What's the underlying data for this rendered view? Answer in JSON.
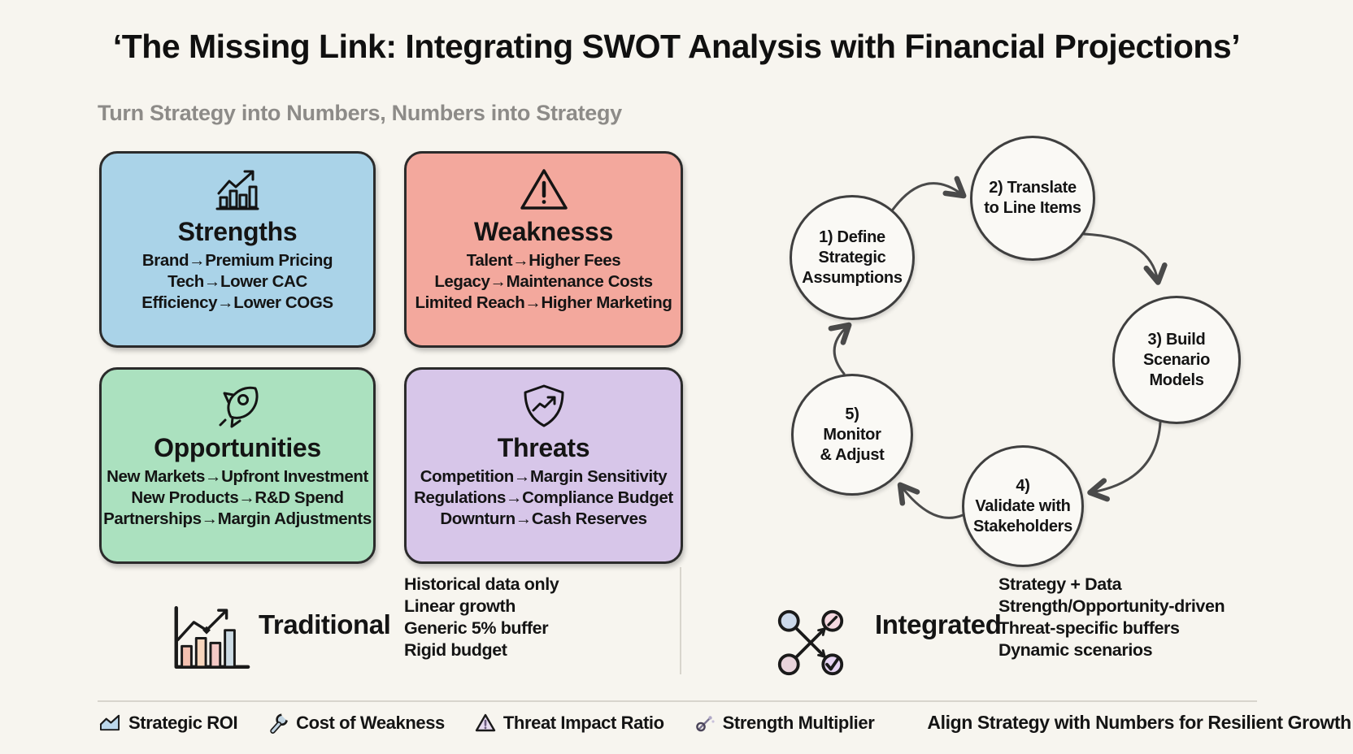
{
  "title": "‘The Missing Link: Integrating SWOT Analysis with Financial Projections’",
  "subtitle": "Turn Strategy into Numbers, Numbers into Strategy",
  "colors": {
    "background": "#f7f5ef",
    "strengths": "#aad3e8",
    "weaknesses": "#f3a89d",
    "opportunities": "#abe1bf",
    "threats": "#d7c6e9",
    "outline": "#2b2b2b"
  },
  "swot": {
    "strengths": {
      "icon": "bar-chart-trend-icon",
      "title": "Strengths",
      "lines": [
        "Brand→Premium Pricing",
        "Tech→Lower CAC",
        "Efficiency→Lower COGS"
      ]
    },
    "weaknesses": {
      "icon": "warning-triangle-icon",
      "title": "Weaknesss",
      "lines": [
        "Talent→Higher Fees",
        "Legacy→Maintenance Costs",
        "Limited Reach→Higher Marketing"
      ]
    },
    "opportunities": {
      "icon": "rocket-icon",
      "title": "Opportunities",
      "lines": [
        "New Markets→Upfront Investment",
        "New Products→R&D Spend",
        "Partnerships→Margin Adjustments"
      ]
    },
    "threats": {
      "icon": "shield-trend-icon",
      "title": "Threats",
      "lines": [
        "Competition→Margin Sensitivity",
        "Regulations→Compliance Budget",
        "Downturn→Cash Reserves"
      ]
    }
  },
  "cycle": {
    "steps": [
      {
        "label": "1) Define\nStrategic\nAssumptions"
      },
      {
        "label": "2) Translate\nto Line Items"
      },
      {
        "label": "3) Build\nScenario\nModels"
      },
      {
        "label": "4)\nValidate with\nStakeholders"
      },
      {
        "label": "5)\nMonitor\n& Adjust"
      }
    ]
  },
  "comparison": {
    "traditional": {
      "icon": "bar-chart-colored-icon",
      "label": "Traditional",
      "points": [
        "Historical data only",
        "Linear growth",
        "Generic 5% buffer",
        "Rigid budget"
      ]
    },
    "integrated": {
      "icon": "network-check-icon",
      "label": "Integrated",
      "points": [
        "Strategy + Data",
        "Strength/Opportunity-driven",
        "Threat-specific buffers",
        "Dynamic scenarios"
      ]
    }
  },
  "legend": {
    "items": [
      {
        "icon": "area-chart-icon",
        "label": "Strategic ROI"
      },
      {
        "icon": "wrench-icon",
        "label": "Cost of Weakness"
      },
      {
        "icon": "warning-triangle-icon",
        "label": "Threat Impact Ratio"
      },
      {
        "icon": "multiplier-icon",
        "label": "Strength Multiplier"
      }
    ],
    "tagline": "Align Strategy with Numbers for Resilient Growth"
  }
}
